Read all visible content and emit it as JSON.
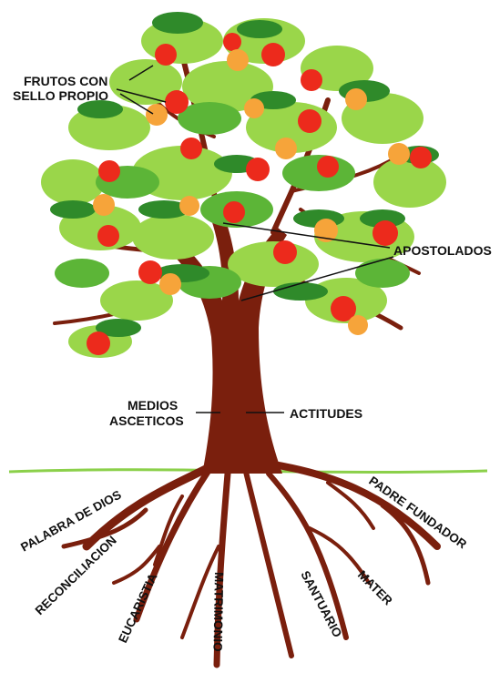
{
  "colors": {
    "trunk": "#7a1f0d",
    "trunk_dark": "#5a1408",
    "leaf_light": "#9ad64a",
    "leaf_mid": "#5cb537",
    "leaf_dark": "#2f8a2a",
    "apple_red": "#ec2a1c",
    "apple_orange": "#f6a43a",
    "ground": "#8bd04a",
    "text": "#111111"
  },
  "labels": {
    "fruits_line1": "FRUTOS CON",
    "fruits_line2": "SELLO PROPIO",
    "apostolados": "APOSTOLADOS",
    "medios_line1": "MEDIOS",
    "medios_line2": "ASCETICOS",
    "actitudes": "ACTITUDES"
  },
  "roots": {
    "palabra": "PALABRA DE DIOS",
    "reconciliacion": "RECONCILIACION",
    "eucaristia": "EUCARISTIA",
    "matrimonio": "MATRIMONIO",
    "santuario": "SANTUARIO",
    "mater": "MATER",
    "padre": "PADRE FUNDADOR"
  }
}
